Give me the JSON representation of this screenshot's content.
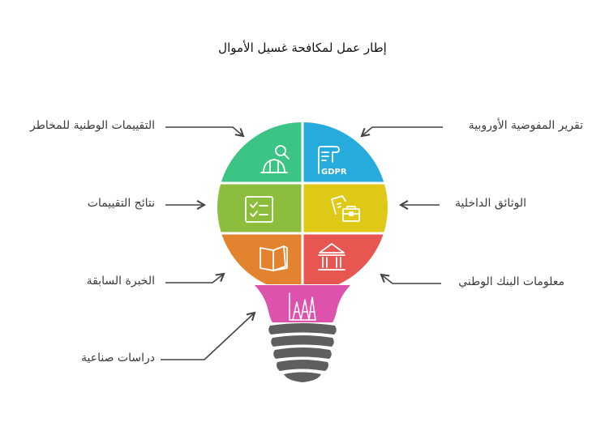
{
  "title": "إطار عمل لمكافحة غسيل الأموال",
  "colors": {
    "green_top": "#3cc485",
    "blue": "#27abdc",
    "lime": "#8dbd3c",
    "yellow": "#dec916",
    "orange": "#e4832f",
    "red": "#e85652",
    "pink": "#dd52ad",
    "screw": "#5f5f5f",
    "arrow": "#444444",
    "text": "#3a3a3a"
  },
  "segments": [
    {
      "id": "national-risk-assessments",
      "label": "التقييمات الوطنية للمخاطر",
      "side": "left",
      "color": "#3cc485",
      "icon": "helmet-search-icon"
    },
    {
      "id": "assessment-results",
      "label": "نتائج التقييمات",
      "side": "left",
      "color": "#8dbd3c",
      "icon": "checklist-icon"
    },
    {
      "id": "previous-experience",
      "label": "الخبرة السابقة",
      "side": "left",
      "color": "#e4832f",
      "icon": "open-book-icon"
    },
    {
      "id": "industry-studies",
      "label": "دراسات صناعية",
      "side": "left",
      "color": "#dd52ad",
      "icon": "factory-chart-icon"
    },
    {
      "id": "european-commission-report",
      "label": "تقرير المفوضية الأوروبية",
      "side": "right",
      "color": "#27abdc",
      "icon": "gdpr-document-icon",
      "icon_text": "GDPR"
    },
    {
      "id": "internal-documents",
      "label": "الوثائق الداخلية",
      "side": "right",
      "color": "#dec916",
      "icon": "documents-briefcase-icon"
    },
    {
      "id": "national-bank-information",
      "label": "معلومات البنك الوطني",
      "side": "right",
      "color": "#e85652",
      "icon": "bank-building-icon"
    }
  ]
}
